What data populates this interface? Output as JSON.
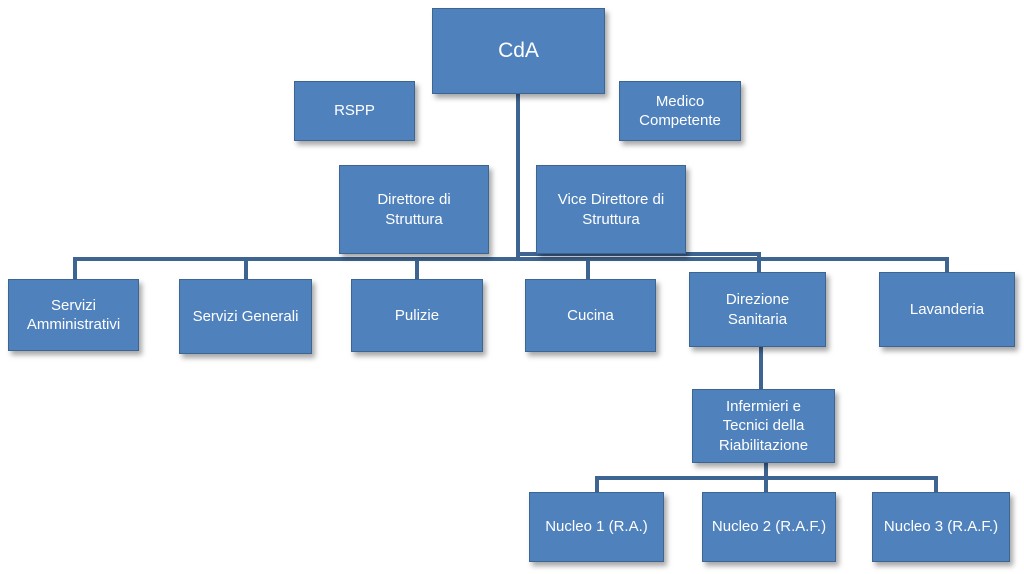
{
  "org_chart": {
    "root": {
      "label": "CdA"
    },
    "staff": {
      "rspp": {
        "label": "RSPP"
      },
      "medico": {
        "label": "Medico\nCompetente"
      }
    },
    "management": {
      "direttore": {
        "label": "Direttore di\nStruttura"
      },
      "vice_direttore": {
        "label": "Vice Direttore di\nStruttura"
      }
    },
    "departments": [
      {
        "label": "Servizi\nAmministrativi"
      },
      {
        "label": "Servizi Generali"
      },
      {
        "label": "Pulizie"
      },
      {
        "label": "Cucina"
      },
      {
        "label": "Direzione\nSanitaria"
      },
      {
        "label": "Lavanderia"
      }
    ],
    "sanitaria_child": {
      "label": "Infermieri e\nTecnici della\nRiabilitazione"
    },
    "nuclei": [
      {
        "label": "Nucleo 1 (R.A.)"
      },
      {
        "label": "Nucleo 2 (R.A.F.)"
      },
      {
        "label": "Nucleo 3 (R.A.F.)"
      }
    ]
  }
}
